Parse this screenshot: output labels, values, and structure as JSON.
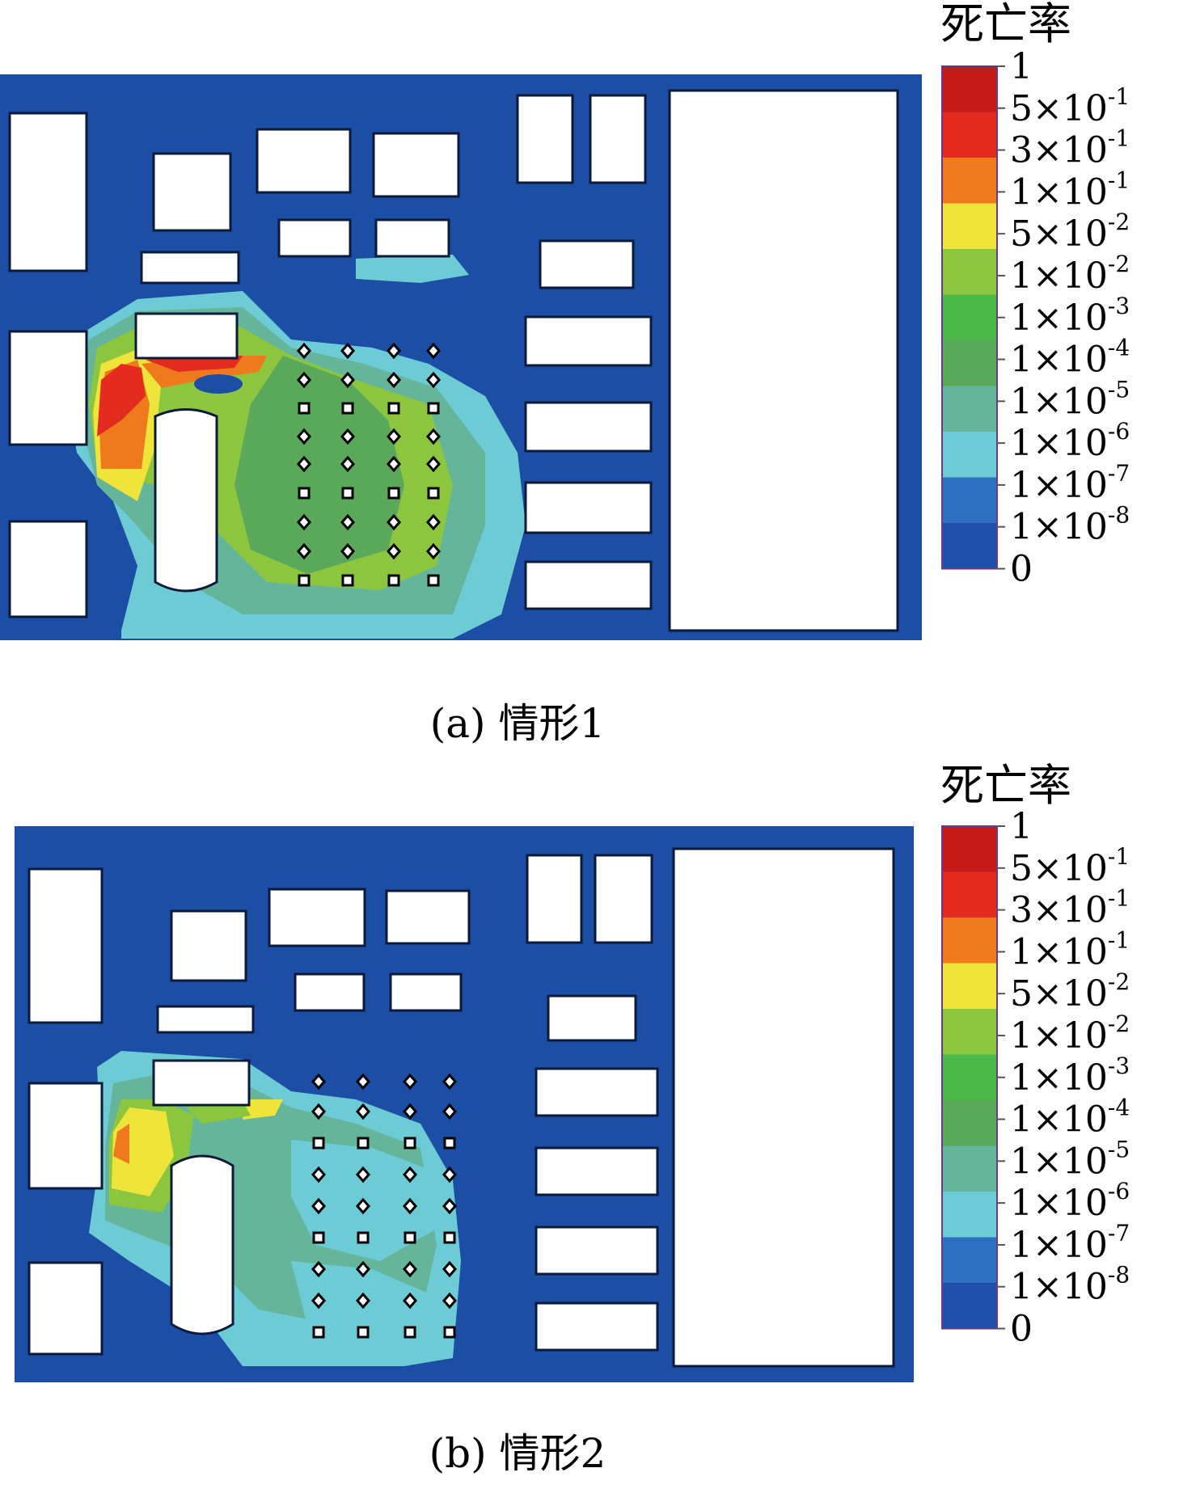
{
  "colorbar": {
    "title": "死亡率",
    "colors": [
      "#c41a1a",
      "#e32b1f",
      "#ef7a1e",
      "#efe43a",
      "#8cc63f",
      "#4cb84a",
      "#5aa95a",
      "#65b59a",
      "#6dcbd6",
      "#2f6fc0",
      "#1f4fa8"
    ],
    "tick_labels": [
      {
        "base": "1",
        "exp": ""
      },
      {
        "base": "5×10",
        "exp": "-1"
      },
      {
        "base": "3×10",
        "exp": "-1"
      },
      {
        "base": "1×10",
        "exp": "-1"
      },
      {
        "base": "5×10",
        "exp": "-2"
      },
      {
        "base": "1×10",
        "exp": "-2"
      },
      {
        "base": "1×10",
        "exp": "-3"
      },
      {
        "base": "1×10",
        "exp": "-4"
      },
      {
        "base": "1×10",
        "exp": "-5"
      },
      {
        "base": "1×10",
        "exp": "-6"
      },
      {
        "base": "1×10",
        "exp": "-7"
      },
      {
        "base": "1×10",
        "exp": "-8"
      },
      {
        "base": "0",
        "exp": ""
      }
    ]
  },
  "panels": [
    {
      "caption": "(a) 情形1",
      "id": "a"
    },
    {
      "caption": "(b) 情形2",
      "id": "b"
    }
  ],
  "colors": {
    "background_blue": "#1d4ea6",
    "building_white": "#ffffff",
    "building_border": "#0b1a3a"
  }
}
